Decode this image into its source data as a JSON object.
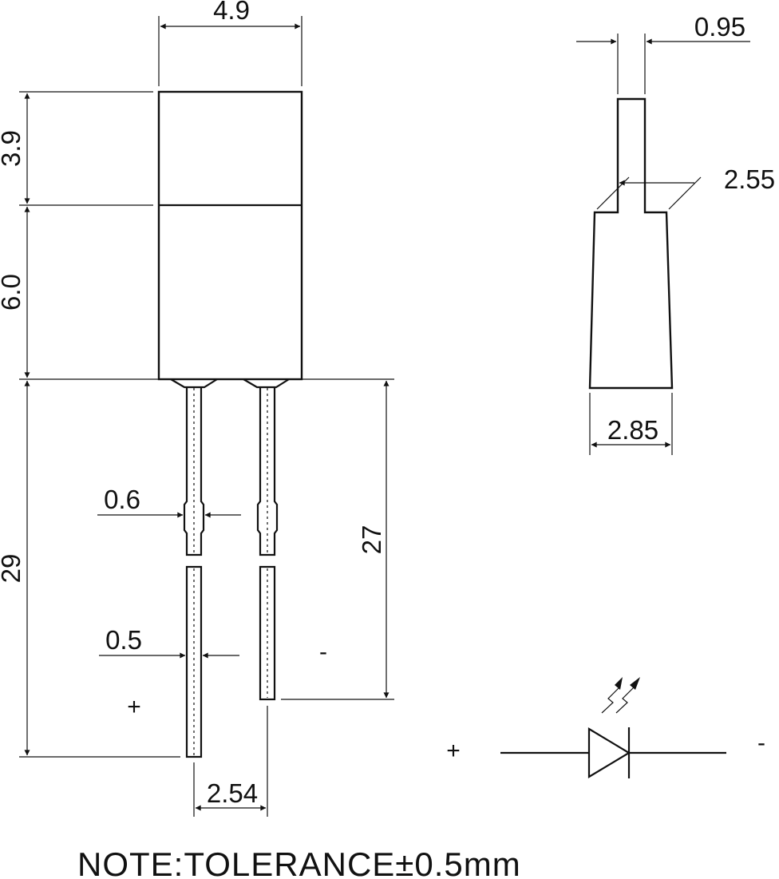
{
  "dimensions": {
    "width": "4.9",
    "top_height": "3.9",
    "lens_height": "6.0",
    "total_lead_length": "29",
    "lead_length": "27",
    "lead_width_upper": "0.6",
    "lead_width_lower": "0.5",
    "lead_spacing": "2.54",
    "side_top_width": "0.95",
    "side_mid_width": "2.55",
    "side_base_width": "2.85"
  },
  "polarity": {
    "anode": "+",
    "cathode": "-"
  },
  "note": "NOTE:TOLERANCE±0.5mm"
}
